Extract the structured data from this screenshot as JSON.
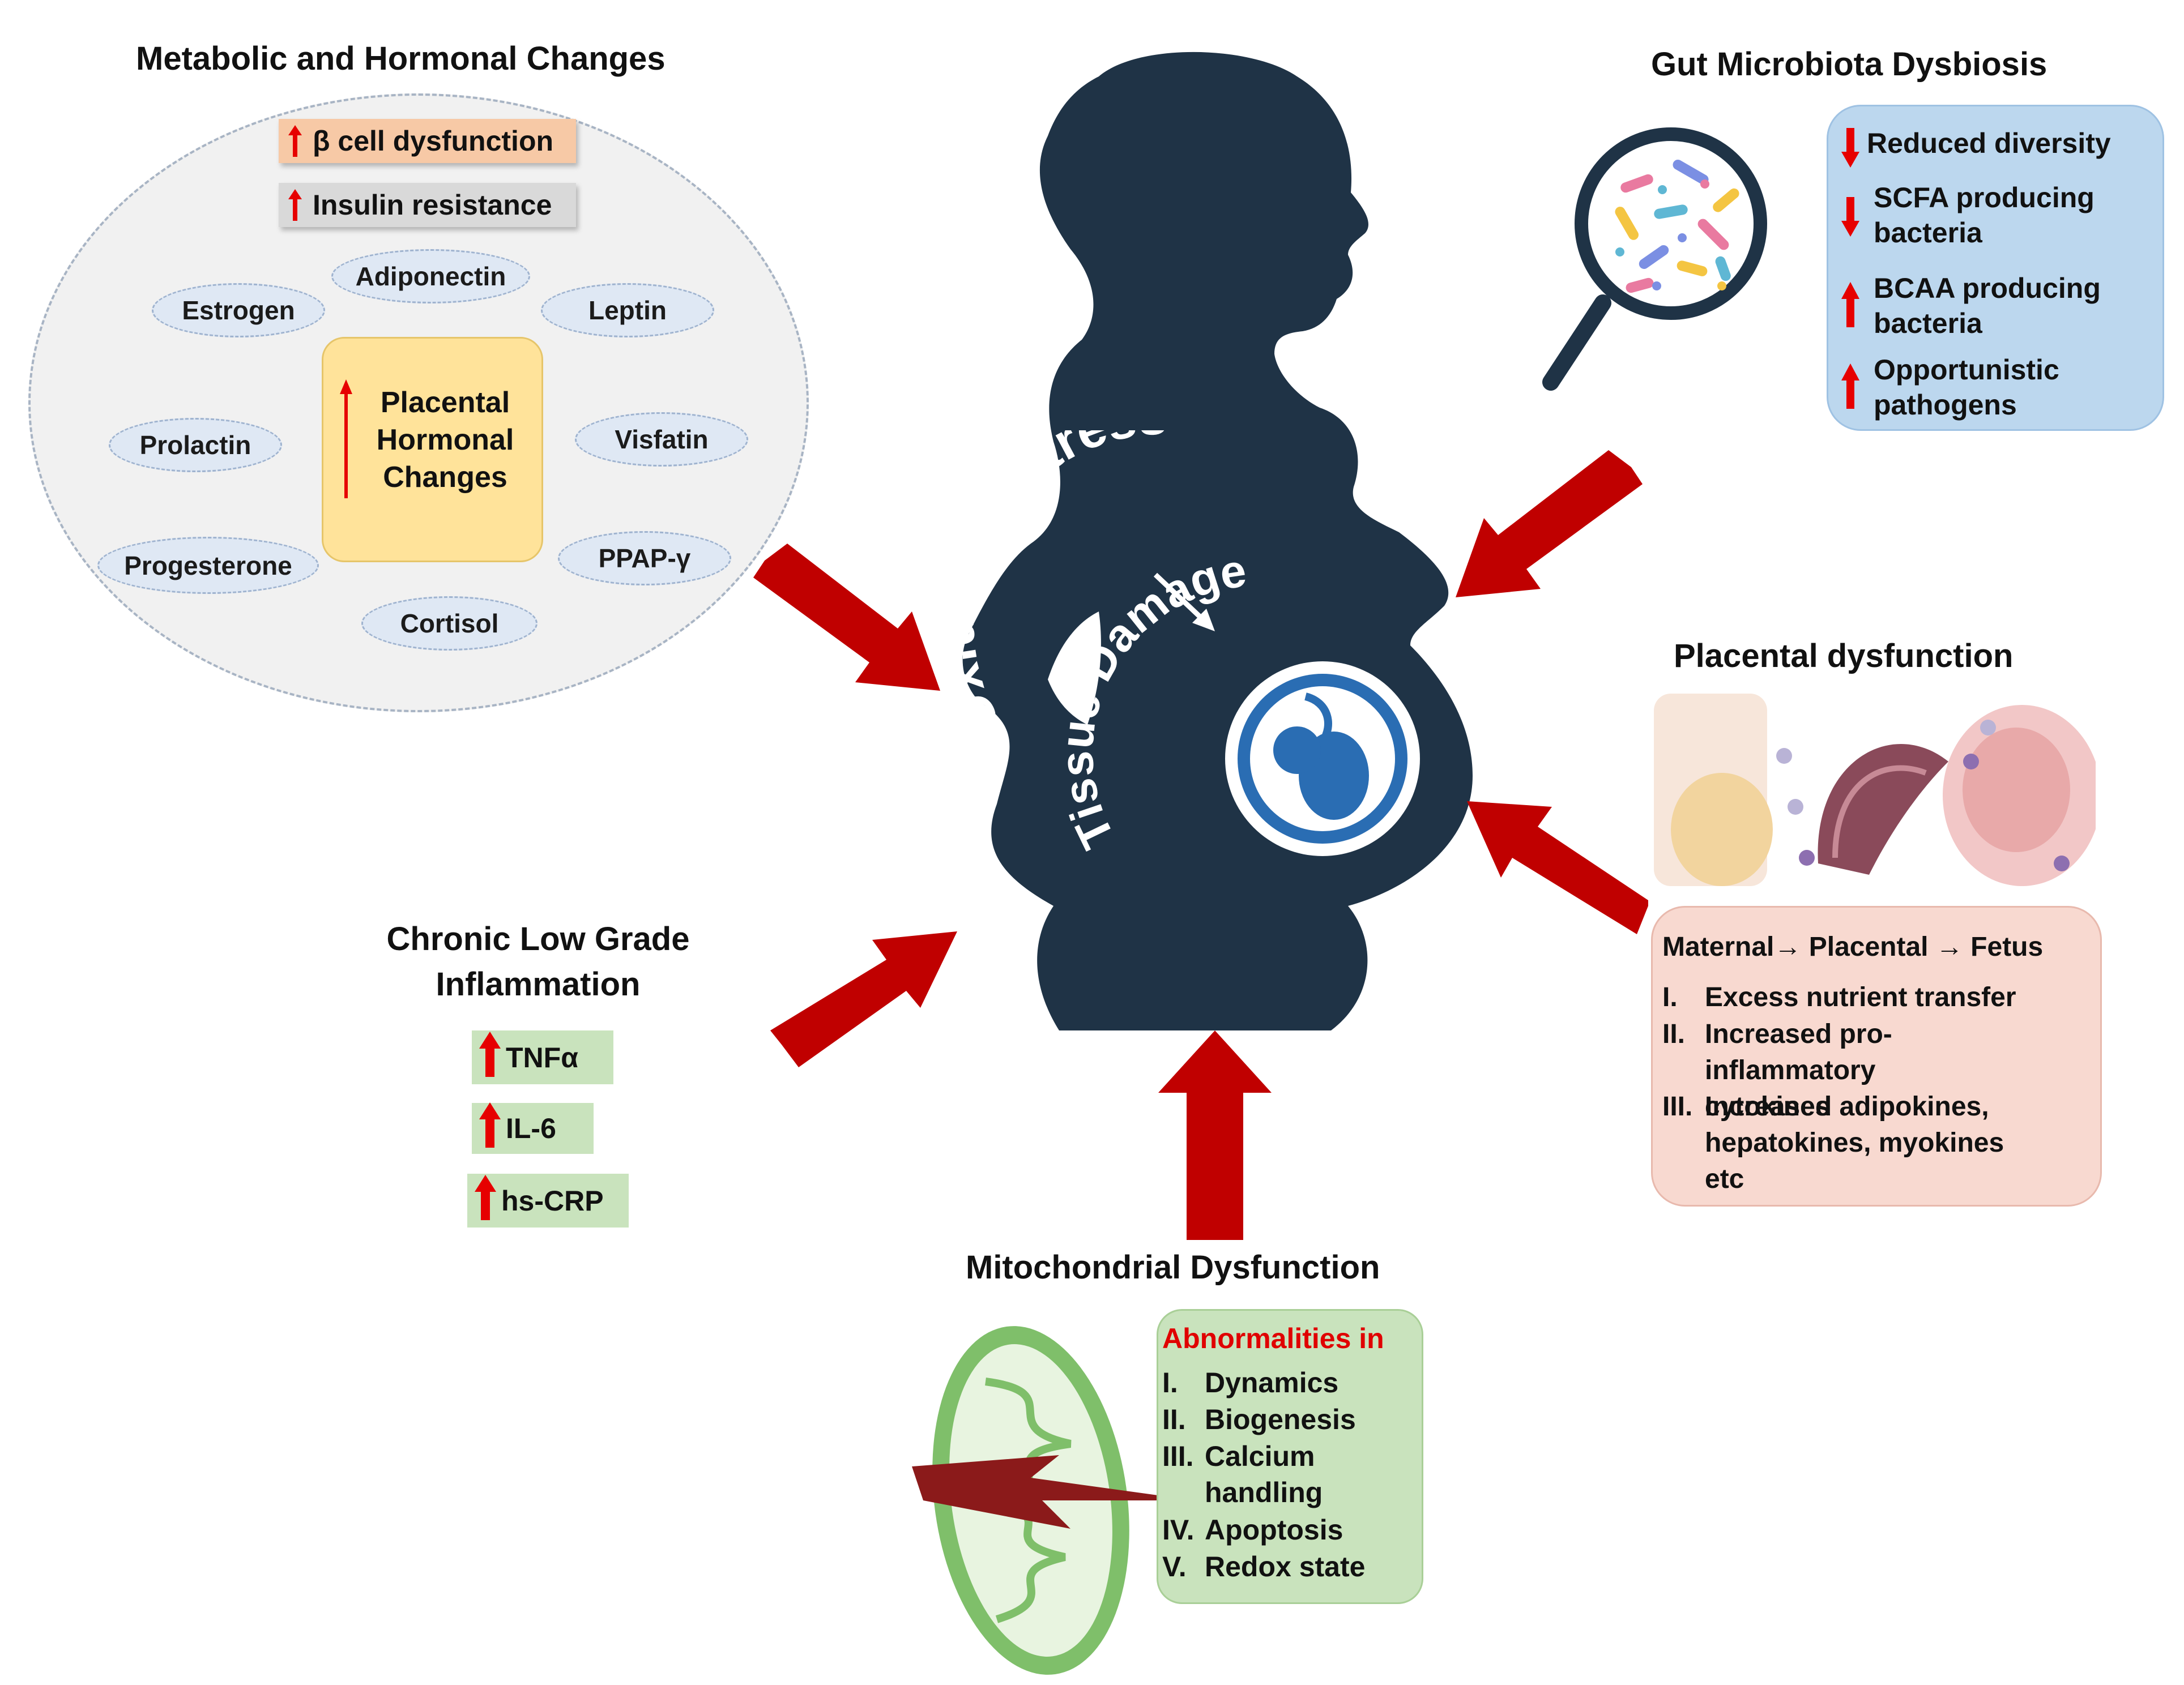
{
  "metabolic": {
    "title": "Metabolic and Hormonal Changes",
    "beta_cell": "β cell dysfunction",
    "insulin": "Insulin resistance",
    "placental_hormonal": "Placental Hormonal Changes",
    "hormones": [
      "Adiponectin",
      "Estrogen",
      "Leptin",
      "Prolactin",
      "Visfatin",
      "Progesterone",
      "PPAP-γ",
      "Cortisol"
    ]
  },
  "gut": {
    "title": "Gut Microbiota Dysbiosis",
    "items": [
      {
        "dir": "down",
        "text": "Reduced diversity"
      },
      {
        "dir": "down",
        "text": "SCFA producing bacteria"
      },
      {
        "dir": "up",
        "text": "BCAA producing bacteria"
      },
      {
        "dir": "up",
        "text": "Opportunistic pathogens"
      }
    ]
  },
  "center": {
    "oxidative": "Oxidative Stress",
    "tissue": "Tissue Damage"
  },
  "placental": {
    "title": "Placental dysfunction",
    "flow": "Maternal→ Placental → Fetus",
    "items": [
      {
        "num": "I.",
        "text": "Excess nutrient transfer"
      },
      {
        "num": "II.",
        "text": "Increased pro-inflammatory cytokines"
      },
      {
        "num": "III.",
        "text": "Increased adipokines, hepatokines, myokines etc"
      }
    ]
  },
  "inflammation": {
    "title_line1": "Chronic Low Grade",
    "title_line2": "Inflammation",
    "markers": [
      "TNFα",
      "IL-6",
      "hs-CRP"
    ]
  },
  "mito": {
    "title": "Mitochondrial Dysfunction",
    "heading": "Abnormalities in",
    "items": [
      {
        "num": "I.",
        "text": "Dynamics"
      },
      {
        "num": "II.",
        "text": "Biogenesis"
      },
      {
        "num": "III.",
        "text": "Calcium handling"
      },
      {
        "num": "IV.",
        "text": "Apoptosis"
      },
      {
        "num": "V.",
        "text": "Redox state"
      }
    ]
  },
  "colors": {
    "silhouette": "#1f3346",
    "arrow": "#c00000",
    "up_arrow": "#e60000",
    "gut_box": "#bcd7ee",
    "placental_box": "#f8d9d0",
    "green_box": "#c9e3bd",
    "yellow_box": "#ffe39a",
    "beta_tag": "#f7c9a6",
    "insulin_tag": "#d9d9d9"
  }
}
